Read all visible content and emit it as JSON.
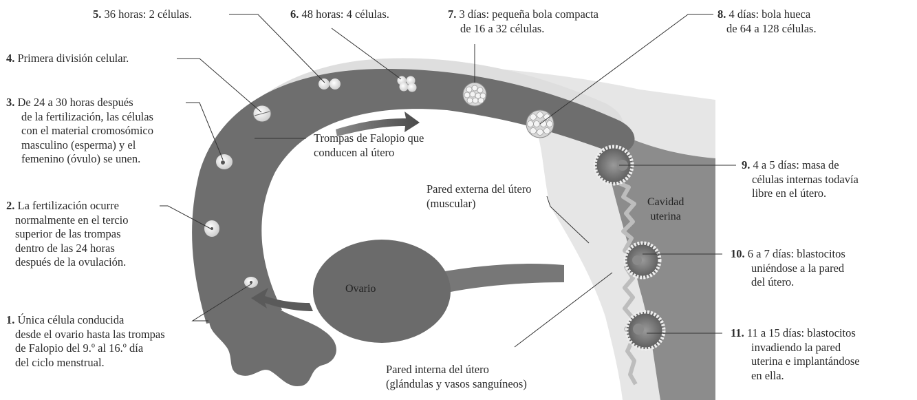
{
  "stages": [
    {
      "num": "1.",
      "lines": [
        "Única célula conducida",
        "desde  el ovario hasta las trompas",
        "de Falopio del 9.º al 16.º día",
        "del ciclo menstrual."
      ]
    },
    {
      "num": "2.",
      "lines": [
        "La fertilización ocurre",
        "normalmente en el tercio",
        "superior de las trompas",
        "dentro de las 24 horas",
        "después de la ovulación."
      ]
    },
    {
      "num": "3.",
      "lines": [
        "De 24 a 30 horas después",
        "de la fertilización, las células",
        "con el material cromosómico",
        "masculino (esperma) y el",
        "femenino (óvulo) se unen."
      ]
    },
    {
      "num": "4.",
      "lines": [
        "Primera división celular."
      ]
    },
    {
      "num": "5.",
      "lines": [
        "36 horas: 2 células."
      ]
    },
    {
      "num": "6.",
      "lines": [
        "48 horas: 4 células."
      ]
    },
    {
      "num": "7.",
      "lines": [
        "3 días: pequeña bola compacta",
        "de 16 a 32 células."
      ]
    },
    {
      "num": "8.",
      "lines": [
        "4 días: bola hueca",
        "de 64 a 128 células."
      ]
    },
    {
      "num": "9.",
      "lines": [
        "4 a 5 días: masa de",
        "células internas todavía",
        "libre en el útero."
      ]
    },
    {
      "num": "10.",
      "lines": [
        "6 a 7 días: blastocitos",
        "uniéndose a la pared",
        "del útero."
      ]
    },
    {
      "num": "11.",
      "lines": [
        "11 a 15 días: blastocitos",
        "invadiendo la pared",
        "uterina e implantándose",
        "en ella."
      ]
    }
  ],
  "regions": {
    "tube": [
      "Trompas de Falopio que",
      "conducen al útero"
    ],
    "outer_wall": [
      "Pared externa del útero",
      "(muscular)"
    ],
    "inner_wall": [
      "Pared interna del útero",
      "(glándulas y vasos sanguíneos)"
    ],
    "ovary": "Ovario",
    "cavity": [
      "Cavidad",
      "uterina"
    ]
  },
  "colors": {
    "tube_dark": "#6e6e6e",
    "tube_light": "#dcdcdc",
    "uterus_wall": "#e4e4e4",
    "cavity": "#8a8a8a",
    "ovary": "#6a6a6a",
    "leader": "#333333",
    "arrow": "#555555"
  }
}
